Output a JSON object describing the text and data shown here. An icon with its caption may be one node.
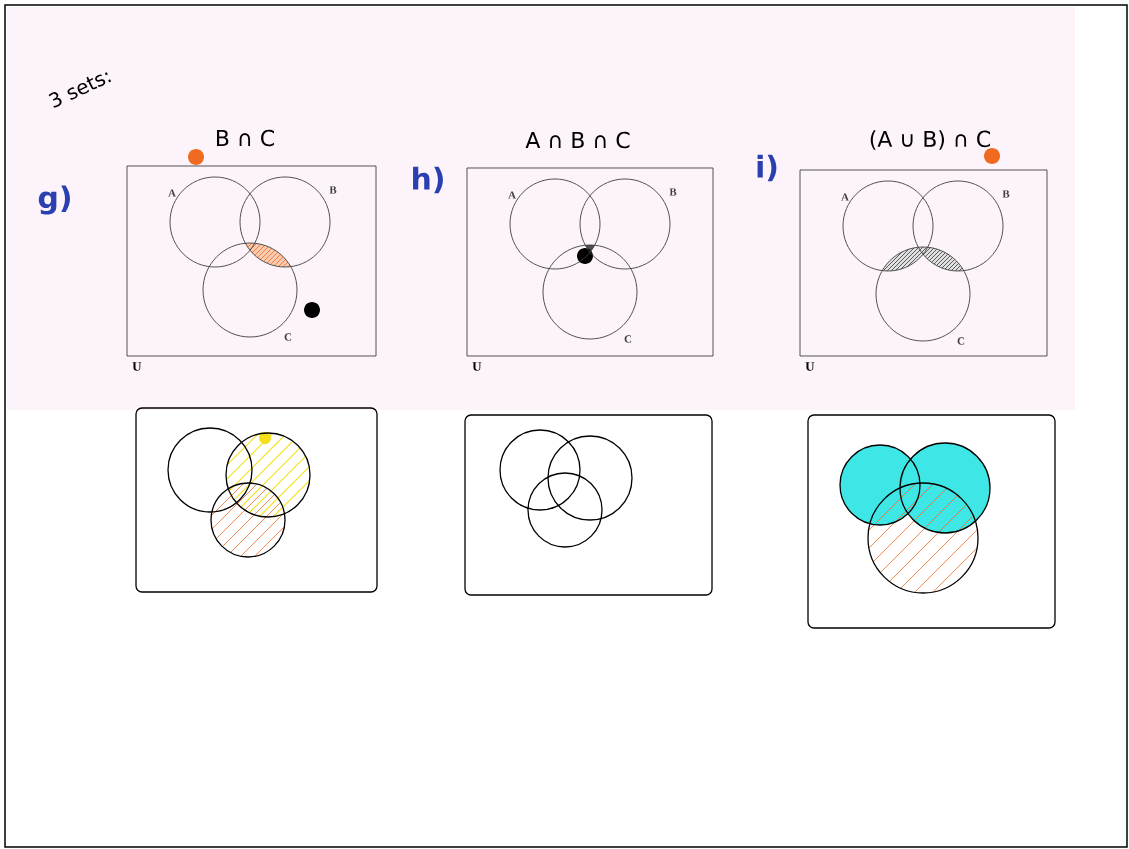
{
  "diagram": {
    "nodes": [
      {
        "text": [
          "U"
        ]
      },
      {
        "text": [
          "A"
        ],
        "in": 0
      },
      {
        "text": [
          "B"
        ],
        "in": 0
      },
      {
        "text": [
          "C"
        ],
        "in": 0
      },
      {
        "text": [
          "U"
        ]
      },
      {
        "text": [
          "A"
        ],
        "in": 4
      },
      {
        "text": [
          "B"
        ],
        "in": 4
      },
      {
        "text": [
          "C"
        ],
        "in": 4
      },
      {
        "text": [
          "U"
        ]
      },
      {
        "text": [
          "A"
        ],
        "in": 8
      },
      {
        "text": [
          "B"
        ],
        "in": 8
      },
      {
        "text": [
          "C"
        ],
        "in": 8
      },
      {
        "text": [],
        "shape": "box"
      },
      {
        "text": [],
        "shape": "circle",
        "in": 12
      },
      {
        "text": [],
        "shape": "circle",
        "in": 12
      },
      {
        "text": [],
        "shape": "circle",
        "in": 12
      },
      {
        "text": [],
        "shape": "box"
      },
      {
        "text": [],
        "shape": "circle",
        "in": 16
      },
      {
        "text": [],
        "shape": "circle",
        "in": 16
      },
      {
        "text": [],
        "shape": "circle",
        "in": 16
      },
      {
        "text": [],
        "shape": "box"
      },
      {
        "text": [],
        "shape": "circle",
        "in": 20
      },
      {
        "text": [],
        "shape": "circle",
        "in": 20
      },
      {
        "text": [],
        "shape": "circle",
        "in": 20
      }
    ],
    "labels": [
      "3 sets:",
      "g)",
      "B ∩ C",
      "h)",
      "A ∩ B ∩ C",
      "i)",
      "(A ∪ B) ∩ C"
    ]
  }
}
